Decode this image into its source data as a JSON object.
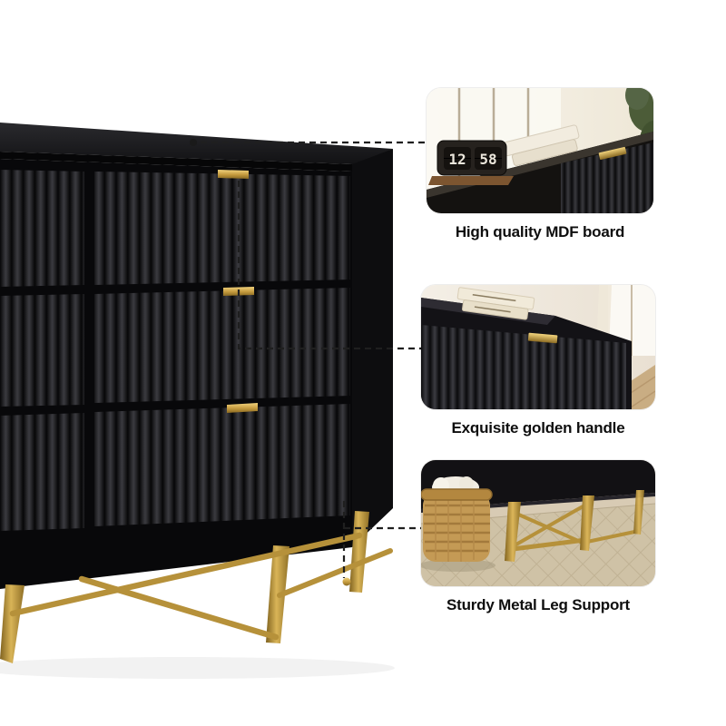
{
  "callouts": [
    {
      "id": "mdf-board",
      "label": "High quality MDF board"
    },
    {
      "id": "golden-handle",
      "label": "Exquisite golden handle"
    },
    {
      "id": "metal-legs",
      "label": "Sturdy Metal Leg Support"
    }
  ],
  "scene1": {
    "clock": {
      "hours": "12",
      "minutes": "58"
    }
  },
  "colors": {
    "background": "#ffffff",
    "furniture_body": "#161618",
    "gold_accent": "#c9a24a",
    "leader_line": "#1f1f1f",
    "label_text": "#0e0e0e"
  }
}
